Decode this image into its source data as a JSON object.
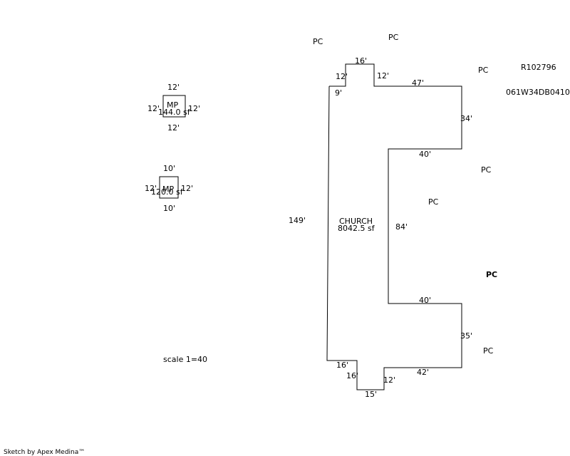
{
  "parcel": {
    "account": "R102796",
    "map_number": "061W34DB0410"
  },
  "church": {
    "name": "CHURCH",
    "area": "8042.5 sf",
    "dims": {
      "top_bump_width": "16'",
      "top_bump_left": "12'",
      "top_bump_right": "12'",
      "left_step": "9'",
      "top_right_run": "47'",
      "right_upper": "34'",
      "notch_top": "40'",
      "notch_depth": "84'",
      "notch_bottom": "40'",
      "right_lower": "35'",
      "bottom_right_run": "42'",
      "bottom_bump_right": "12'",
      "bottom_bump_width": "15'",
      "bottom_bump_left": "16'",
      "bottom_left": "16'",
      "left_side": "149'"
    }
  },
  "mp1": {
    "label": "MP",
    "area": "144.0 sf",
    "top": "12'",
    "bottom": "12'",
    "left": "12'",
    "right": "12'"
  },
  "mp2": {
    "label": "MP",
    "area": "120.0 sf",
    "top": "10'",
    "bottom": "10'",
    "left": "12'",
    "right": "12'"
  },
  "pc_labels": {
    "pc1": "PC",
    "pc2": "PC",
    "pc3": "PC",
    "pc4": "PC",
    "pc5": "PC",
    "pc6": "PC",
    "pc7": "PC"
  },
  "scale": "scale 1=40",
  "footer": "Sketch by Apex Medina™"
}
